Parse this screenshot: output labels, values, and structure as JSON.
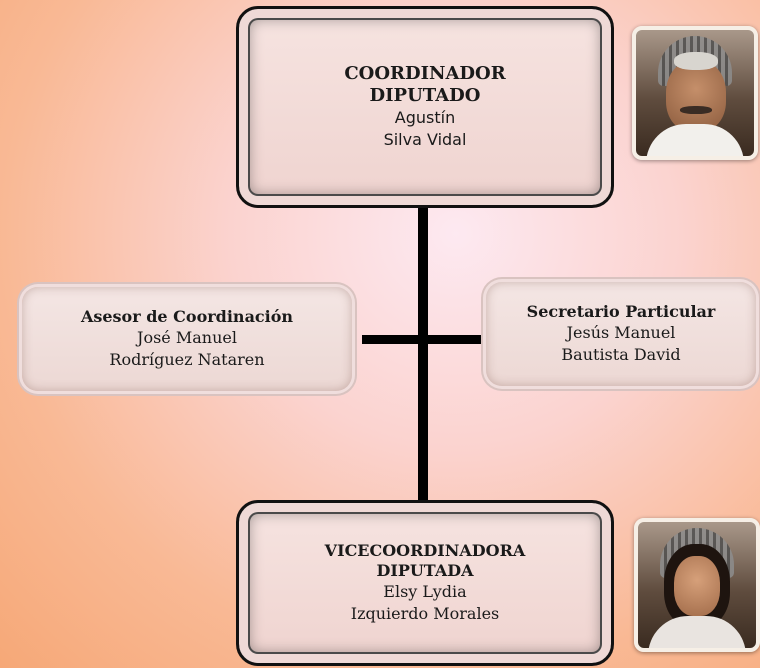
{
  "coordinator": {
    "role_line1": "COORDINADOR",
    "role_line2": "DIPUTADO",
    "name_line1": "Agustín",
    "name_line2": "Silva Vidal"
  },
  "advisor": {
    "role": "Asesor de Coordinación",
    "name_line1": "José Manuel",
    "name_line2": "Rodríguez Nataren"
  },
  "secretary": {
    "role": "Secretario Particular",
    "name_line1": "Jesús Manuel",
    "name_line2": "Bautista David"
  },
  "vice": {
    "role_line1": "VICECOORDINADORA",
    "role_line2": "DIPUTADA",
    "name_line1": "Elsy Lydia",
    "name_line2": "Izquierdo Morales"
  },
  "photos": {
    "coordinator": "man-portrait-photo",
    "vice": "woman-portrait-photo"
  }
}
